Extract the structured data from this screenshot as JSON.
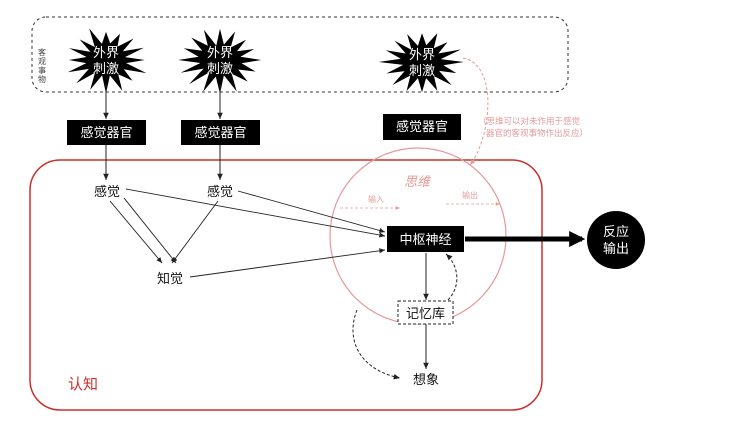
{
  "objective_label": "客观事物",
  "stimuli": [
    "外界刺激",
    "外界刺激",
    "外界刺激"
  ],
  "stimulus_lines": [
    [
      "外界",
      "刺激"
    ],
    [
      "外界",
      "刺激"
    ],
    [
      "外界",
      "刺激"
    ]
  ],
  "sense_organs": [
    "感觉器官",
    "感觉器官",
    "感觉器官"
  ],
  "sensations": [
    "感觉",
    "感觉"
  ],
  "perception": "知觉",
  "thinking": {
    "title": "思维",
    "input": "输入",
    "output": "输出",
    "note_lines": [
      "（思维可以对未作用于感觉",
      "器官的客观事物作出反应）"
    ]
  },
  "central_nervous": "中枢神经",
  "memory": "记忆库",
  "imagination": "想象",
  "reaction_lines": [
    "反应",
    "输出"
  ],
  "cognition_label": "认知",
  "colors": {
    "red": "#c9302c",
    "pink": "#e59a9a",
    "black": "#000000",
    "white": "#ffffff"
  }
}
